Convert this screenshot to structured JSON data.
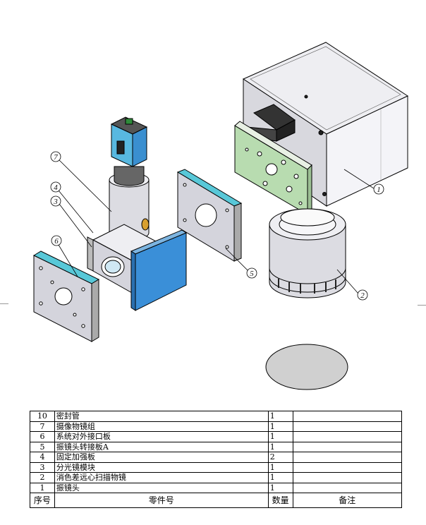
{
  "callouts": [
    {
      "num": "1"
    },
    {
      "num": "2"
    },
    {
      "num": "3"
    },
    {
      "num": "4"
    },
    {
      "num": "5"
    },
    {
      "num": "6"
    },
    {
      "num": "7"
    }
  ],
  "bom": {
    "rows": [
      {
        "no": "10",
        "name": "密封管",
        "qty": "1",
        "remark": ""
      },
      {
        "no": "7",
        "name": "摄像物镜组",
        "qty": "1",
        "remark": ""
      },
      {
        "no": "6",
        "name": "系统对外接口板",
        "qty": "1",
        "remark": ""
      },
      {
        "no": "5",
        "name": "振镜头转接板A",
        "qty": "1",
        "remark": ""
      },
      {
        "no": "4",
        "name": "固定加强板",
        "qty": "2",
        "remark": ""
      },
      {
        "no": "3",
        "name": "分光镜模块",
        "qty": "1",
        "remark": ""
      },
      {
        "no": "2",
        "name": "消色差远心扫描物镜",
        "qty": "1",
        "remark": ""
      },
      {
        "no": "1",
        "name": "振镜头",
        "qty": "1",
        "remark": ""
      }
    ],
    "header": {
      "no": "序号",
      "name": "零件号",
      "qty": "数量",
      "remark": "备注"
    }
  },
  "colors": {
    "panel_blue": "#3a8fd8",
    "pad_cyan": "#58c8d8",
    "plate_green": "#b8dcb0",
    "metal": "#d4d4dc",
    "disc": "#d0d0d0",
    "line": "#000000"
  }
}
